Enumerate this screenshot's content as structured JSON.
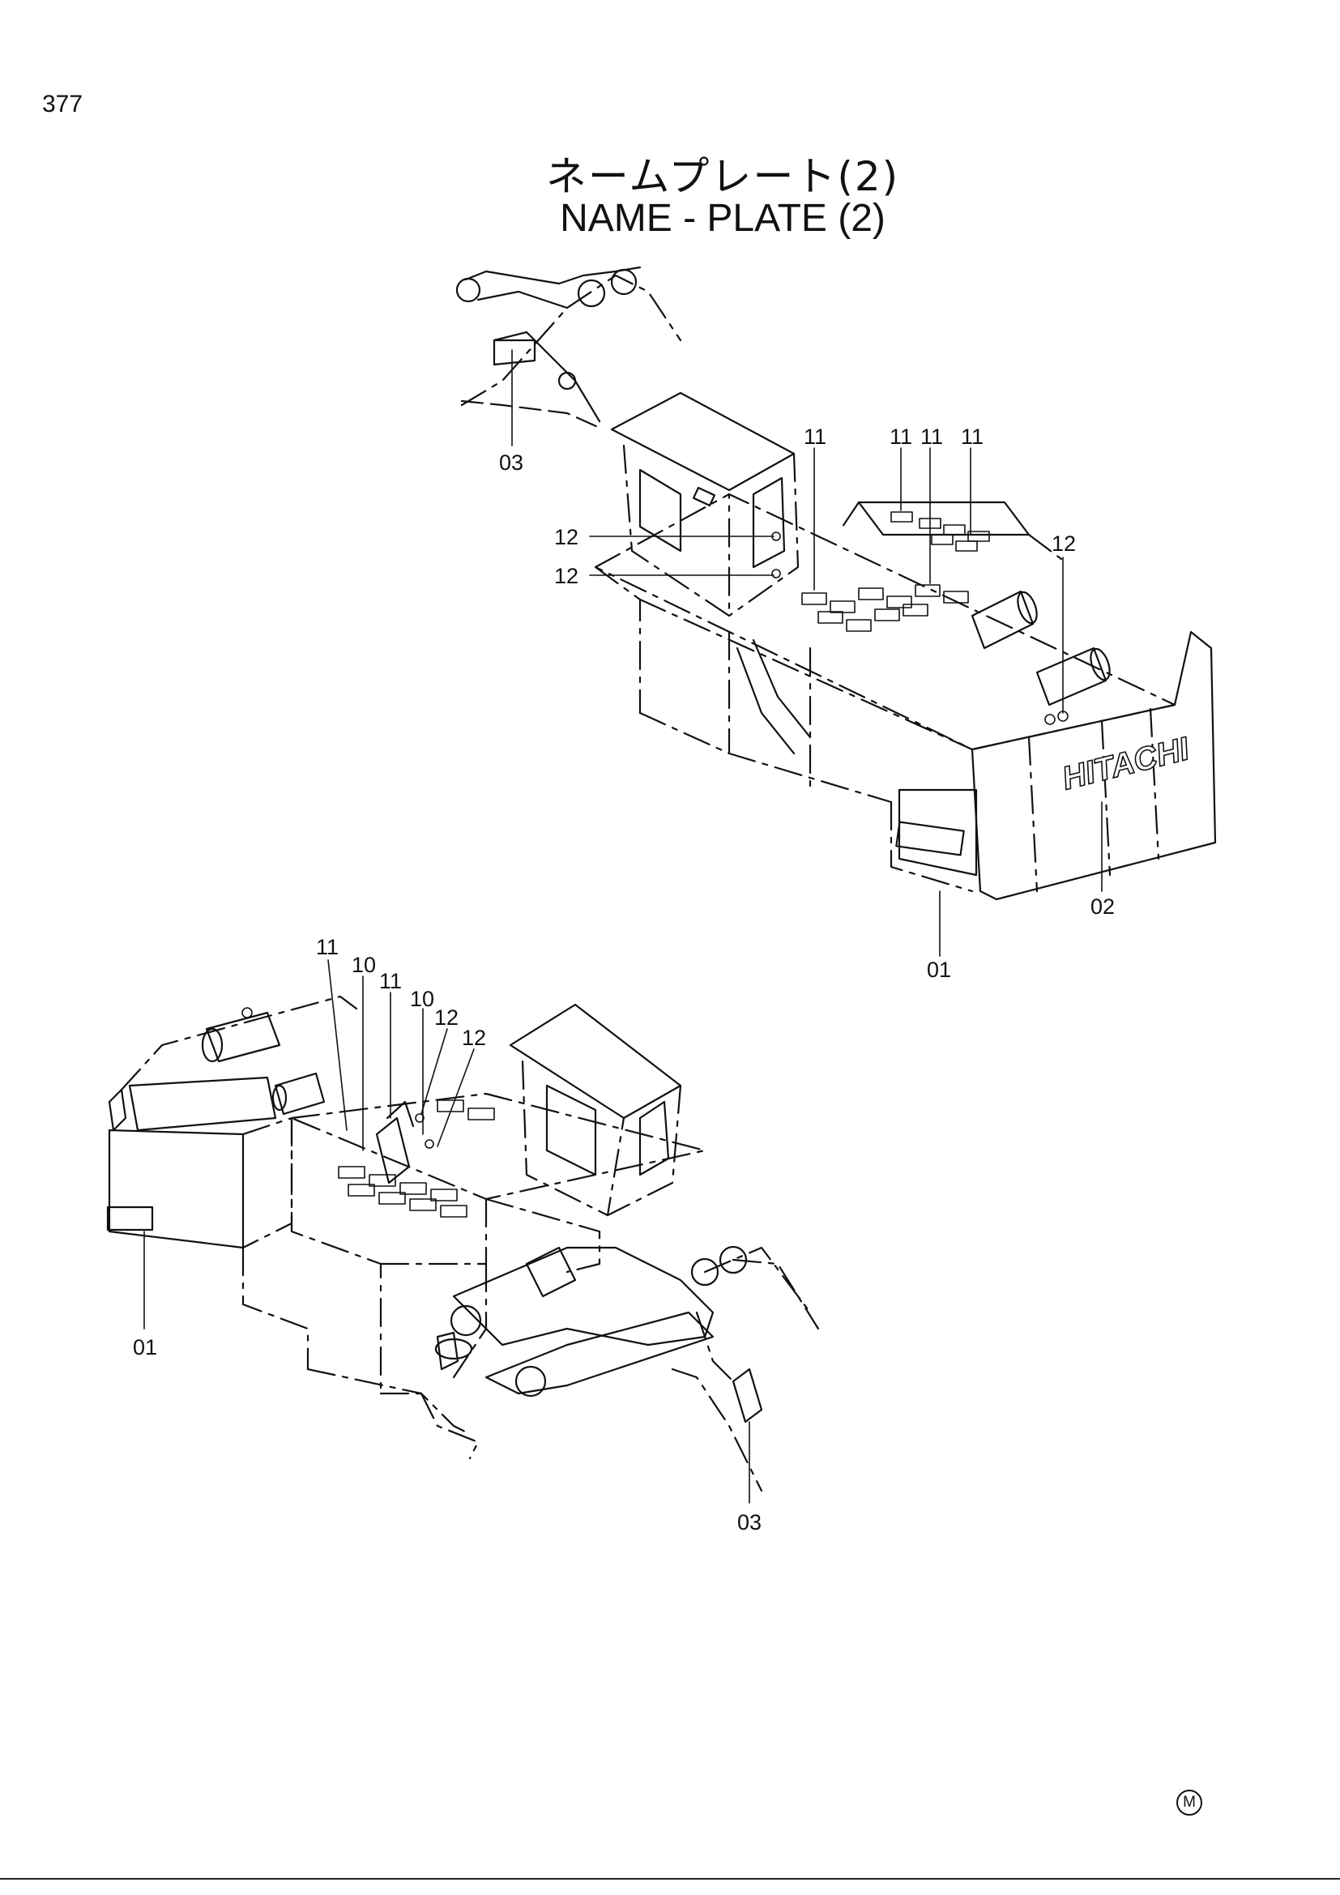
{
  "page_number": "377",
  "title_jp": "ネームプレート(2)",
  "title_en": "NAME - PLATE (2)",
  "logo_text": "HITACHI",
  "marker": "M",
  "view_top": {
    "callouts": [
      "11",
      "11",
      "11",
      "11",
      "12",
      "12",
      "12",
      "03",
      "01",
      "02"
    ]
  },
  "view_bottom": {
    "callouts": [
      "11",
      "10",
      "11",
      "10",
      "12",
      "12",
      "01",
      "03"
    ]
  }
}
